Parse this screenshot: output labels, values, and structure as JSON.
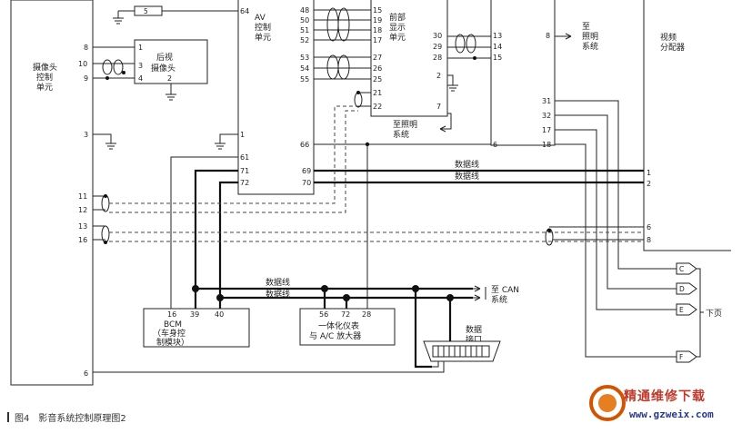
{
  "units": {
    "camera_ctrl": [
      "摄像头",
      "控制",
      "单元"
    ],
    "rear_camera": [
      "后视",
      "摄像头"
    ],
    "av_ctrl": [
      "AV",
      "控制",
      "单元"
    ],
    "front_display": [
      "前部",
      "显示",
      "单元"
    ],
    "video_dist": [
      "视频",
      "分配器"
    ],
    "bcm": [
      "BCM",
      "（车身控",
      "制模块）"
    ],
    "cluster": [
      "一体化仪表",
      "与 A/C 放大器"
    ],
    "data_port": [
      "数据",
      "接口"
    ]
  },
  "notes": {
    "to_light_1": [
      "至",
      "照明",
      "系统"
    ],
    "to_light_2": [
      "至照明",
      "系统"
    ],
    "to_can": [
      "至 CAN",
      "系统"
    ],
    "next_page": "下页",
    "data_line": "数据线"
  },
  "pins": {
    "cam_left": [
      "8",
      "10",
      "9",
      "3",
      "11",
      "12",
      "13",
      "16",
      "6"
    ],
    "rear": [
      "1",
      "3",
      "4",
      "2"
    ],
    "av_top": "64",
    "av": [
      "1",
      "61",
      "71",
      "72",
      "69",
      "70",
      "66"
    ],
    "front": [
      "48",
      "50",
      "51",
      "52",
      "53",
      "54",
      "55",
      "15",
      "19",
      "18",
      "17",
      "27",
      "26",
      "25",
      "21",
      "22",
      "7"
    ],
    "mid": [
      "30",
      "29",
      "28",
      "13",
      "14",
      "15",
      "2",
      "8",
      "6"
    ],
    "vd_left": [
      "31",
      "32",
      "17",
      "18"
    ],
    "vd_right": [
      "1",
      "2",
      "6",
      "8"
    ],
    "bcm": [
      "16",
      "39",
      "40"
    ],
    "cluster": [
      "56",
      "72",
      "28"
    ],
    "fuse": "5"
  },
  "connectors": [
    "C",
    "D",
    "E",
    "F"
  ],
  "caption": "图4　影音系统控制原理图2",
  "logo": {
    "brand": "精通维修下载",
    "url": "www.gzweix.com"
  }
}
